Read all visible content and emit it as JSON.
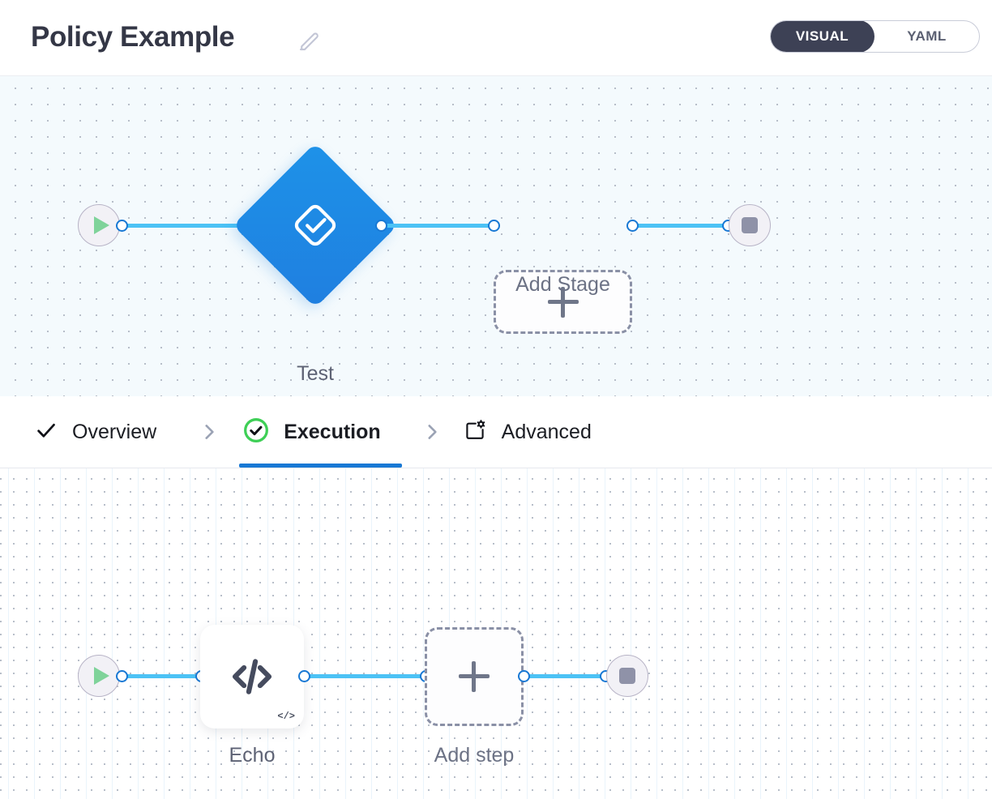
{
  "header": {
    "title": "Policy Example",
    "edit_icon": "pencil-icon",
    "mode_toggle": {
      "options": [
        "VISUAL",
        "YAML"
      ],
      "selected": "VISUAL",
      "visual_label": "VISUAL",
      "yaml_label": "YAML",
      "active_bg": "#3d4155",
      "border_color": "#c9ccd8"
    }
  },
  "stage_canvas": {
    "background": "#f4fafd",
    "start_node": {
      "icon": "play-icon",
      "color": "#7fd39a"
    },
    "end_node": {
      "icon": "stop-icon",
      "color": "#8f92a8"
    },
    "stages": [
      {
        "label": "Test",
        "icon": "check-diamond-icon",
        "color": "#1f85e4"
      }
    ],
    "add_stage": {
      "label": "Add Stage",
      "icon": "plus-icon"
    },
    "edge_color": "#4cc2f5",
    "port_color": "#1878d4"
  },
  "tabbar": {
    "tabs": [
      {
        "label": "Overview",
        "icon": "check-icon",
        "active": false
      },
      {
        "label": "Execution",
        "icon": "check-circle-icon",
        "active": true
      },
      {
        "label": "Advanced",
        "icon": "window-gear-icon",
        "active": false
      }
    ],
    "separator_icon": "chevron-right-icon",
    "active_underline_color": "#1878d4",
    "active_check_color": "#3ecf56"
  },
  "step_canvas": {
    "background": "#ffffff",
    "start_node": {
      "icon": "play-icon",
      "color": "#7fd39a"
    },
    "end_node": {
      "icon": "stop-icon",
      "color": "#8f92a8"
    },
    "steps": [
      {
        "label": "Echo",
        "icon": "code-icon",
        "badge": "</>"
      }
    ],
    "add_step": {
      "label": "Add step",
      "icon": "plus-icon"
    },
    "edge_color": "#4cc2f5",
    "port_color": "#1878d4"
  }
}
